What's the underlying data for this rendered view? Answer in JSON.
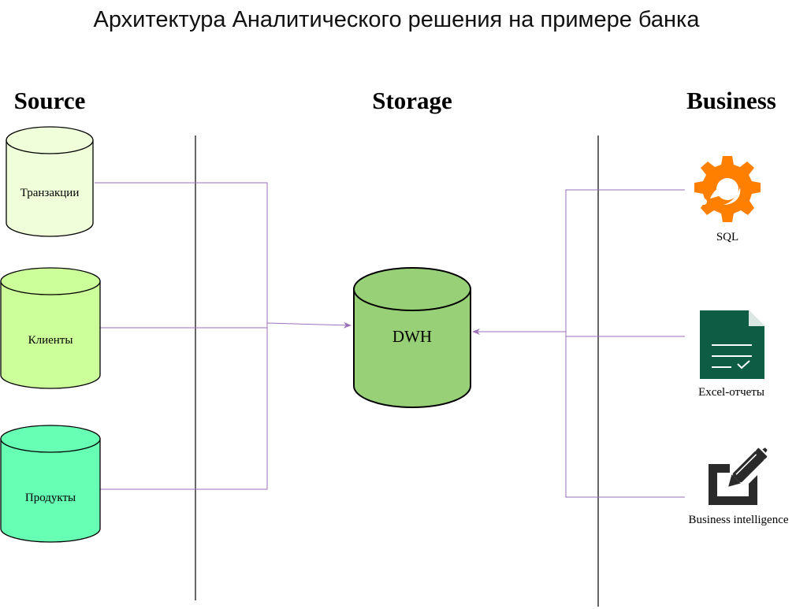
{
  "title": "Архитектура Аналитического решения на примере банка",
  "columns": {
    "source": "Source",
    "storage": "Storage",
    "business": "Business"
  },
  "sources": [
    {
      "label": "Транзакции",
      "fill": "#efffd9"
    },
    {
      "label": "Клиенты",
      "fill": "#ccff99"
    },
    {
      "label": "Продукты",
      "fill": "#66ffb3"
    }
  ],
  "storage": {
    "label": "DWH",
    "fill": "#97d077"
  },
  "consumers": [
    {
      "label": "SQL",
      "icon": "gear-icon",
      "color": "#ff8000"
    },
    {
      "label": "Excel-отчеты",
      "icon": "spreadsheet-document-icon",
      "color": "#0e5c43"
    },
    {
      "label": "Business intelligence",
      "icon": "edit-pen-icon",
      "color": "#2a2a2a"
    }
  ],
  "colors": {
    "connector": "#9b72b8",
    "divider": "#000000"
  }
}
